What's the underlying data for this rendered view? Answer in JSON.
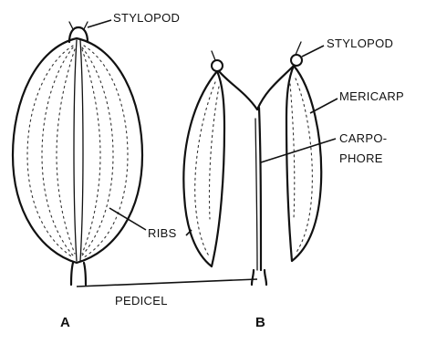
{
  "labels": {
    "stylopod_a": "STYLOPOD",
    "stylopod_b": "STYLOPOD",
    "mericarp": "MERICARP",
    "carpophore_line1": "CARPO-",
    "carpophore_line2": "PHORE",
    "ribs": "RIBS",
    "pedicel": "PEDICEL",
    "panel_a": "A",
    "panel_b": "B"
  },
  "colors": {
    "line": "#111111",
    "background": "#ffffff"
  }
}
